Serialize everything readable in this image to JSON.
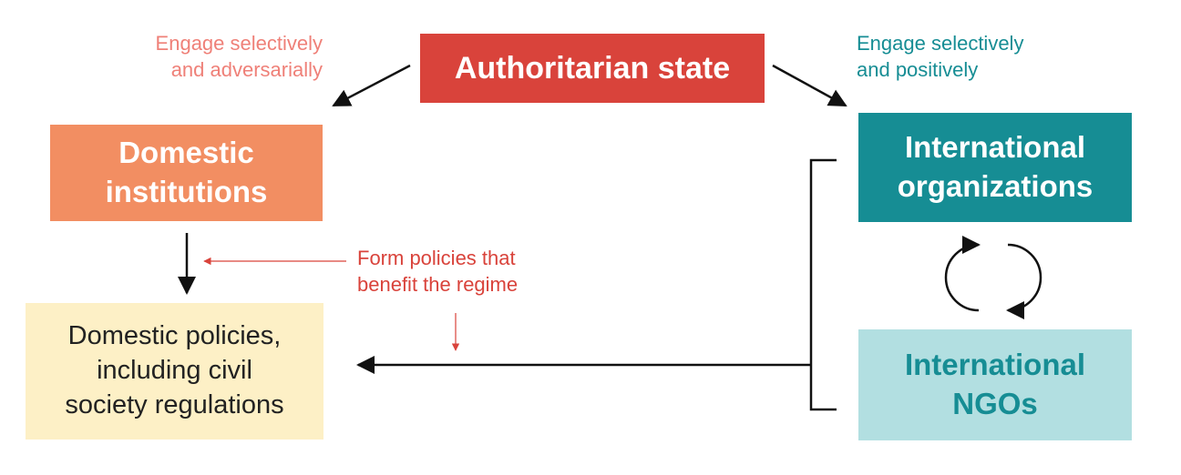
{
  "colors": {
    "authoritarian_state": "#d9433b",
    "domestic_institutions": "#f28e62",
    "international_organizations": "#168d94",
    "international_ngos": "#b2dfe1",
    "international_ngos_text": "#168d94",
    "domestic_policies": "#fdf0c6",
    "adversarial_label": "#ef8078",
    "positive_label": "#168d94",
    "form_policies_label": "#d9433b",
    "arrow": "#111111"
  },
  "nodes": {
    "authoritarian_state": "Authoritarian state",
    "domestic_institutions": "Domestic\ninstitutions",
    "international_organizations": "International\norganizations",
    "international_ngos": "International\nNGOs",
    "domestic_policies": "Domestic policies,\nincluding civil\nsociety regulations"
  },
  "labels": {
    "engage_adversarially": "Engage selectively\nand adversarially",
    "engage_positively": "Engage selectively\nand positively",
    "form_policies": "Form policies that\nbenefit the regime"
  },
  "icons": {
    "mutual_influence": "circular-arrows-icon"
  }
}
